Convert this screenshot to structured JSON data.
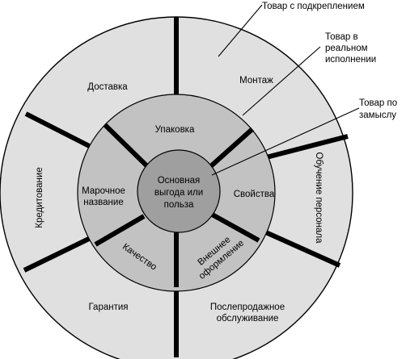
{
  "diagram": {
    "callouts": {
      "augmented": "Товар с подкреплением",
      "actual_line1": "Товар в",
      "actual_line2": "реальном",
      "actual_line3": "исполнении",
      "concept_line1": "Товар по",
      "concept_line2": "замыслу"
    },
    "core": {
      "line1": "Основная",
      "line2": "выгода или",
      "line3": "польза"
    },
    "actual_ring": {
      "packaging": "Упаковка",
      "brand_line1": "Марочное",
      "brand_line2": "название",
      "properties": "Свойства",
      "quality": "Качество",
      "design_line1": "Внешнее",
      "design_line2": "оформление"
    },
    "augmented_ring": {
      "delivery": "Доставка",
      "installation": "Монтаж",
      "credit": "Кредитование",
      "training": "Обучение персонала",
      "warranty": "Гарантия",
      "after_sales_line1": "Послепродажное",
      "after_sales_line2": "обслуживание"
    },
    "colors": {
      "outer_fill": "#e0e0e0",
      "middle_fill": "#c2c2c2",
      "inner_fill": "#9f9f9f",
      "stroke": "#000000"
    }
  }
}
